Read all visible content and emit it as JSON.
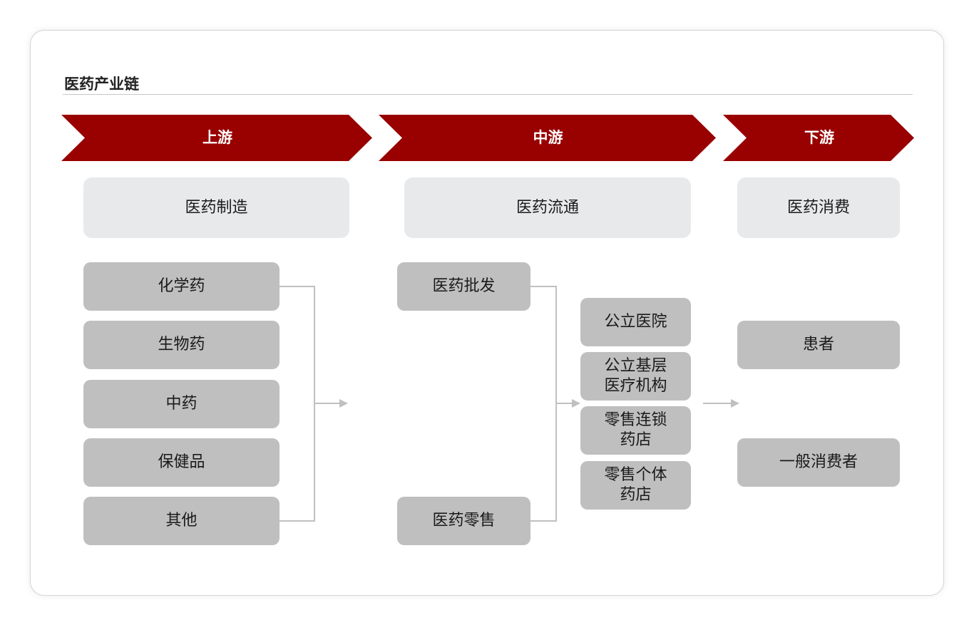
{
  "title": "医药产业链",
  "colors": {
    "chevron": "#990000",
    "category_box": "#e8e9eb",
    "item_box": "#bfbfbf",
    "connector": "#c0c0c0"
  },
  "stages": [
    {
      "label": "上游",
      "category": "医药制造",
      "items": [
        "化学药",
        "生物药",
        "中药",
        "保健品",
        "其他"
      ]
    },
    {
      "label": "中游",
      "category": "医药流通",
      "channels": [
        "医药批发",
        "医药零售"
      ],
      "terminals": [
        "公立医院",
        "公立基层\n医疗机构",
        "零售连锁\n药店",
        "零售个体\n药店"
      ]
    },
    {
      "label": "下游",
      "category": "医药消费",
      "items": [
        "患者",
        "一般消费者"
      ]
    }
  ]
}
